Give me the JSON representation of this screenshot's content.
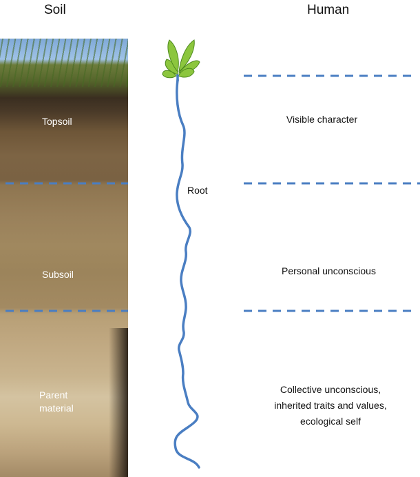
{
  "headings": {
    "soil": "Soil",
    "human": "Human"
  },
  "soil_layers": {
    "topsoil": "Topsoil",
    "subsoil": "Subsoil",
    "parent_line1": "Parent",
    "parent_line2": "material"
  },
  "root_label": "Root",
  "human_layers": {
    "visible": "Visible character",
    "personal": "Personal unconscious",
    "collective_line1": "Collective unconscious,",
    "collective_line2": "inherited traits and values,",
    "collective_line3": "ecological self"
  },
  "colors": {
    "dashed_line": "#4a7ec2",
    "root": "#4a7ec2",
    "leaf": "#8cc63e",
    "leaf_edge": "#4e8a1f",
    "soil_label_text": "#ffffff"
  },
  "icons": {
    "plant": "sprout-icon"
  }
}
